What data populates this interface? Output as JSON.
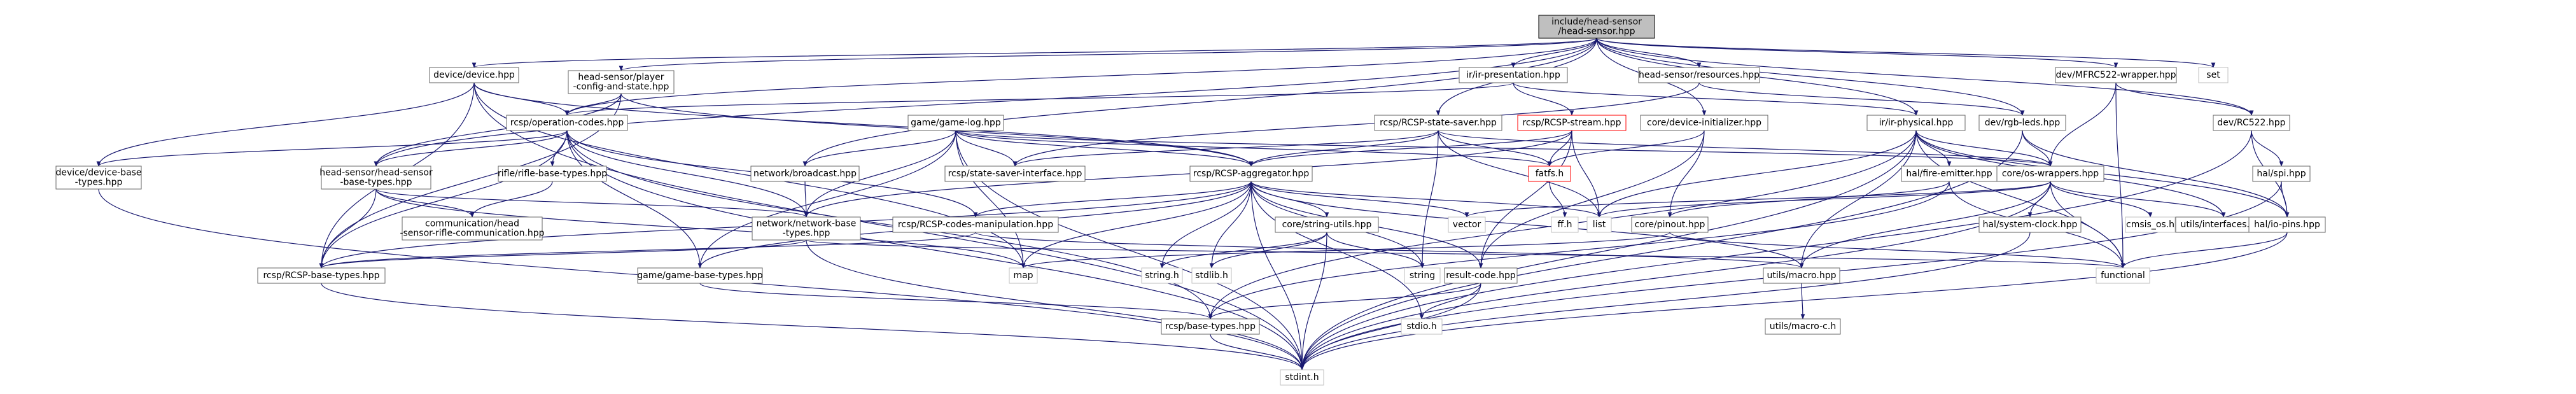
{
  "colors": {
    "edge": "#191970",
    "node_border": "#666666",
    "node_fill": "#ffffff",
    "root_fill": "#bfbfbf",
    "root_border": "#000000",
    "system_border": "#bfbfbf",
    "missing_border": "#ff0000"
  },
  "nodes": [
    {
      "id": "root",
      "lines": [
        "include/head-sensor",
        "/head-sensor.hpp"
      ],
      "kind": "root"
    },
    {
      "id": "device",
      "lines": [
        "device/device.hpp"
      ],
      "kind": "file"
    },
    {
      "id": "player_cfg",
      "lines": [
        "head-sensor/player",
        "-config-and-state.hpp"
      ],
      "kind": "file"
    },
    {
      "id": "ir_pres",
      "lines": [
        "ir/ir-presentation.hpp"
      ],
      "kind": "file"
    },
    {
      "id": "hs_res",
      "lines": [
        "head-sensor/resources.hpp"
      ],
      "kind": "file"
    },
    {
      "id": "mfrc_wrap",
      "lines": [
        "dev/MFRC522-wrapper.hpp"
      ],
      "kind": "file"
    },
    {
      "id": "set",
      "lines": [
        "set"
      ],
      "kind": "system"
    },
    {
      "id": "op_codes",
      "lines": [
        "rcsp/operation-codes.hpp"
      ],
      "kind": "file"
    },
    {
      "id": "game_log",
      "lines": [
        "game/game-log.hpp"
      ],
      "kind": "file"
    },
    {
      "id": "state_saver",
      "lines": [
        "rcsp/RCSP-state-saver.hpp"
      ],
      "kind": "file"
    },
    {
      "id": "rcsp_stream",
      "lines": [
        "rcsp/RCSP-stream.hpp"
      ],
      "kind": "missing"
    },
    {
      "id": "dev_init",
      "lines": [
        "core/device-initializer.hpp"
      ],
      "kind": "file"
    },
    {
      "id": "ir_phys",
      "lines": [
        "ir/ir-physical.hpp"
      ],
      "kind": "file"
    },
    {
      "id": "rgb_leds",
      "lines": [
        "dev/rgb-leds.hpp"
      ],
      "kind": "file"
    },
    {
      "id": "rc522",
      "lines": [
        "dev/RC522.hpp"
      ],
      "kind": "file"
    },
    {
      "id": "dev_base",
      "lines": [
        "device/device-base",
        "-types.hpp"
      ],
      "kind": "file"
    },
    {
      "id": "hs_base",
      "lines": [
        "head-sensor/head-sensor",
        "-base-types.hpp"
      ],
      "kind": "file"
    },
    {
      "id": "rifle_base",
      "lines": [
        "rifle/rifle-base-types.hpp"
      ],
      "kind": "file"
    },
    {
      "id": "broadcast",
      "lines": [
        "network/broadcast.hpp"
      ],
      "kind": "file"
    },
    {
      "id": "ss_iface",
      "lines": [
        "rcsp/state-saver-interface.hpp"
      ],
      "kind": "file"
    },
    {
      "id": "aggregator",
      "lines": [
        "rcsp/RCSP-aggregator.hpp"
      ],
      "kind": "file"
    },
    {
      "id": "fatfs",
      "lines": [
        "fatfs.h"
      ],
      "kind": "missing"
    },
    {
      "id": "fire_emit",
      "lines": [
        "hal/fire-emitter.hpp"
      ],
      "kind": "file"
    },
    {
      "id": "os_wrap",
      "lines": [
        "core/os-wrappers.hpp"
      ],
      "kind": "file"
    },
    {
      "id": "spi",
      "lines": [
        "hal/spi.hpp"
      ],
      "kind": "file"
    },
    {
      "id": "comm",
      "lines": [
        "communication/head",
        "-sensor-rifle-communication.hpp"
      ],
      "kind": "file"
    },
    {
      "id": "net_base",
      "lines": [
        "network/network-base",
        "-types.hpp"
      ],
      "kind": "file"
    },
    {
      "id": "codes_manip",
      "lines": [
        "rcsp/RCSP-codes-manipulation.hpp"
      ],
      "kind": "file"
    },
    {
      "id": "str_utils",
      "lines": [
        "core/string-utils.hpp"
      ],
      "kind": "file"
    },
    {
      "id": "vector",
      "lines": [
        "vector"
      ],
      "kind": "system"
    },
    {
      "id": "ff",
      "lines": [
        "ff.h"
      ],
      "kind": "system"
    },
    {
      "id": "list",
      "lines": [
        "list"
      ],
      "kind": "system"
    },
    {
      "id": "pinout",
      "lines": [
        "core/pinout.hpp"
      ],
      "kind": "file"
    },
    {
      "id": "cmsis",
      "lines": [
        "cmsis_os.h"
      ],
      "kind": "system"
    },
    {
      "id": "sys_clock",
      "lines": [
        "hal/system-clock.hpp"
      ],
      "kind": "file"
    },
    {
      "id": "interfaces",
      "lines": [
        "utils/interfaces.hpp"
      ],
      "kind": "file"
    },
    {
      "id": "io_pins",
      "lines": [
        "hal/io-pins.hpp"
      ],
      "kind": "file"
    },
    {
      "id": "rcsp_base",
      "lines": [
        "rcsp/RCSP-base-types.hpp"
      ],
      "kind": "file"
    },
    {
      "id": "game_base",
      "lines": [
        "game/game-base-types.hpp"
      ],
      "kind": "file"
    },
    {
      "id": "map",
      "lines": [
        "map"
      ],
      "kind": "system"
    },
    {
      "id": "string_h",
      "lines": [
        "string.h"
      ],
      "kind": "system"
    },
    {
      "id": "stdlib",
      "lines": [
        "stdlib.h"
      ],
      "kind": "system"
    },
    {
      "id": "string",
      "lines": [
        "string"
      ],
      "kind": "system"
    },
    {
      "id": "result",
      "lines": [
        "result-code.hpp"
      ],
      "kind": "file"
    },
    {
      "id": "macro",
      "lines": [
        "utils/macro.hpp"
      ],
      "kind": "file"
    },
    {
      "id": "functional",
      "lines": [
        "functional"
      ],
      "kind": "system"
    },
    {
      "id": "base_types",
      "lines": [
        "rcsp/base-types.hpp"
      ],
      "kind": "file"
    },
    {
      "id": "stdio",
      "lines": [
        "stdio.h"
      ],
      "kind": "system"
    },
    {
      "id": "macro_c",
      "lines": [
        "utils/macro-c.h"
      ],
      "kind": "file"
    },
    {
      "id": "stdint",
      "lines": [
        "stdint.h"
      ],
      "kind": "system"
    }
  ],
  "edges": [
    [
      "root",
      "device"
    ],
    [
      "root",
      "player_cfg"
    ],
    [
      "root",
      "ir_pres"
    ],
    [
      "root",
      "hs_res"
    ],
    [
      "root",
      "mfrc_wrap"
    ],
    [
      "root",
      "set"
    ],
    [
      "root",
      "op_codes"
    ],
    [
      "root",
      "hs_base"
    ],
    [
      "root",
      "state_saver"
    ],
    [
      "root",
      "dev_init"
    ],
    [
      "root",
      "ir_phys"
    ],
    [
      "root",
      "rgb_leds"
    ],
    [
      "root",
      "rc522"
    ],
    [
      "root",
      "broadcast"
    ],
    [
      "device",
      "dev_base"
    ],
    [
      "device",
      "op_codes"
    ],
    [
      "device",
      "rcsp_base"
    ],
    [
      "device",
      "map"
    ],
    [
      "device",
      "stdint"
    ],
    [
      "device",
      "aggregator"
    ],
    [
      "player_cfg",
      "op_codes"
    ],
    [
      "player_cfg",
      "hs_base"
    ],
    [
      "player_cfg",
      "aggregator"
    ],
    [
      "player_cfg",
      "rcsp_base"
    ],
    [
      "ir_pres",
      "rcsp_stream"
    ],
    [
      "ir_pres",
      "ir_phys"
    ],
    [
      "ir_pres",
      "op_codes"
    ],
    [
      "hs_res",
      "rgb_leds"
    ],
    [
      "hs_res",
      "ss_iface"
    ],
    [
      "mfrc_wrap",
      "rc522"
    ],
    [
      "mfrc_wrap",
      "os_wrap"
    ],
    [
      "mfrc_wrap",
      "functional"
    ],
    [
      "op_codes",
      "dev_base"
    ],
    [
      "op_codes",
      "hs_base"
    ],
    [
      "op_codes",
      "rifle_base"
    ],
    [
      "op_codes",
      "net_base"
    ],
    [
      "op_codes",
      "codes_manip"
    ],
    [
      "op_codes",
      "game_base"
    ],
    [
      "op_codes",
      "rcsp_base"
    ],
    [
      "op_codes",
      "base_types"
    ],
    [
      "op_codes",
      "stdint"
    ],
    [
      "game_log",
      "broadcast"
    ],
    [
      "game_log",
      "ss_iface"
    ],
    [
      "game_log",
      "aggregator"
    ],
    [
      "game_log",
      "fatfs"
    ],
    [
      "game_log",
      "net_base"
    ],
    [
      "game_log",
      "game_base"
    ],
    [
      "game_log",
      "map"
    ],
    [
      "game_log",
      "stdint"
    ],
    [
      "game_log",
      "os_wrap"
    ],
    [
      "state_saver",
      "aggregator"
    ],
    [
      "state_saver",
      "fatfs"
    ],
    [
      "state_saver",
      "os_wrap"
    ],
    [
      "state_saver",
      "list"
    ],
    [
      "state_saver",
      "string"
    ],
    [
      "state_saver",
      "ss_iface"
    ],
    [
      "rcsp_stream",
      "aggregator"
    ],
    [
      "rcsp_stream",
      "fatfs"
    ],
    [
      "rcsp_stream",
      "list"
    ],
    [
      "rcsp_stream",
      "result"
    ],
    [
      "rcsp_stream",
      "net_base"
    ],
    [
      "dev_init",
      "fatfs"
    ],
    [
      "dev_init",
      "pinout"
    ],
    [
      "dev_init",
      "result"
    ],
    [
      "ir_phys",
      "fire_emit"
    ],
    [
      "ir_phys",
      "os_wrap"
    ],
    [
      "ir_phys",
      "io_pins"
    ],
    [
      "ir_phys",
      "base_types"
    ],
    [
      "ir_phys",
      "stdint"
    ],
    [
      "ir_phys",
      "interfaces"
    ],
    [
      "ir_phys",
      "macro"
    ],
    [
      "ir_phys",
      "list"
    ],
    [
      "ir_phys",
      "functional"
    ],
    [
      "rgb_leds",
      "os_wrap"
    ],
    [
      "rgb_leds",
      "io_pins"
    ],
    [
      "rgb_leds",
      "stdint"
    ],
    [
      "rc522",
      "spi"
    ],
    [
      "rc522",
      "io_pins"
    ],
    [
      "rc522",
      "stdint"
    ],
    [
      "dev_base",
      "stdint"
    ],
    [
      "hs_base",
      "comm"
    ],
    [
      "hs_base",
      "rcsp_base"
    ],
    [
      "hs_base",
      "net_base"
    ],
    [
      "hs_base",
      "map"
    ],
    [
      "rifle_base",
      "comm"
    ],
    [
      "broadcast",
      "net_base"
    ],
    [
      "aggregator",
      "rcsp_base"
    ],
    [
      "aggregator",
      "map"
    ],
    [
      "aggregator",
      "string_h"
    ],
    [
      "aggregator",
      "stdlib"
    ],
    [
      "aggregator",
      "string"
    ],
    [
      "aggregator",
      "result"
    ],
    [
      "aggregator",
      "macro"
    ],
    [
      "aggregator",
      "vector"
    ],
    [
      "aggregator",
      "list"
    ],
    [
      "aggregator",
      "str_utils"
    ],
    [
      "aggregator",
      "stdio"
    ],
    [
      "aggregator",
      "stdint"
    ],
    [
      "aggregator",
      "codes_manip"
    ],
    [
      "aggregator",
      "game_base"
    ],
    [
      "fatfs",
      "ff"
    ],
    [
      "fire_emit",
      "pinout"
    ],
    [
      "fire_emit",
      "base_types"
    ],
    [
      "fire_emit",
      "functional"
    ],
    [
      "os_wrap",
      "cmsis"
    ],
    [
      "os_wrap",
      "sys_clock"
    ],
    [
      "os_wrap",
      "interfaces"
    ],
    [
      "os_wrap",
      "macro"
    ],
    [
      "os_wrap",
      "functional"
    ],
    [
      "os_wrap",
      "list"
    ],
    [
      "os_wrap",
      "stdint"
    ],
    [
      "os_wrap",
      "vector"
    ],
    [
      "spi",
      "io_pins"
    ],
    [
      "spi",
      "stdint"
    ],
    [
      "net_base",
      "rcsp_base"
    ],
    [
      "net_base",
      "stdint"
    ],
    [
      "net_base",
      "functional"
    ],
    [
      "codes_manip",
      "rcsp_base"
    ],
    [
      "codes_manip",
      "macro"
    ],
    [
      "str_utils",
      "string_h"
    ],
    [
      "str_utils",
      "stdlib"
    ],
    [
      "str_utils",
      "string"
    ],
    [
      "str_utils",
      "stdint"
    ],
    [
      "pinout",
      "map"
    ],
    [
      "pinout",
      "functional"
    ],
    [
      "sys_clock",
      "stdint"
    ],
    [
      "io_pins",
      "stdint"
    ],
    [
      "io_pins",
      "functional"
    ],
    [
      "rcsp_base",
      "stdint"
    ],
    [
      "game_base",
      "base_types"
    ],
    [
      "result",
      "base_types"
    ],
    [
      "result",
      "stdio"
    ],
    [
      "result",
      "stdint"
    ],
    [
      "macro",
      "macro_c"
    ],
    [
      "base_types",
      "stdint"
    ]
  ]
}
